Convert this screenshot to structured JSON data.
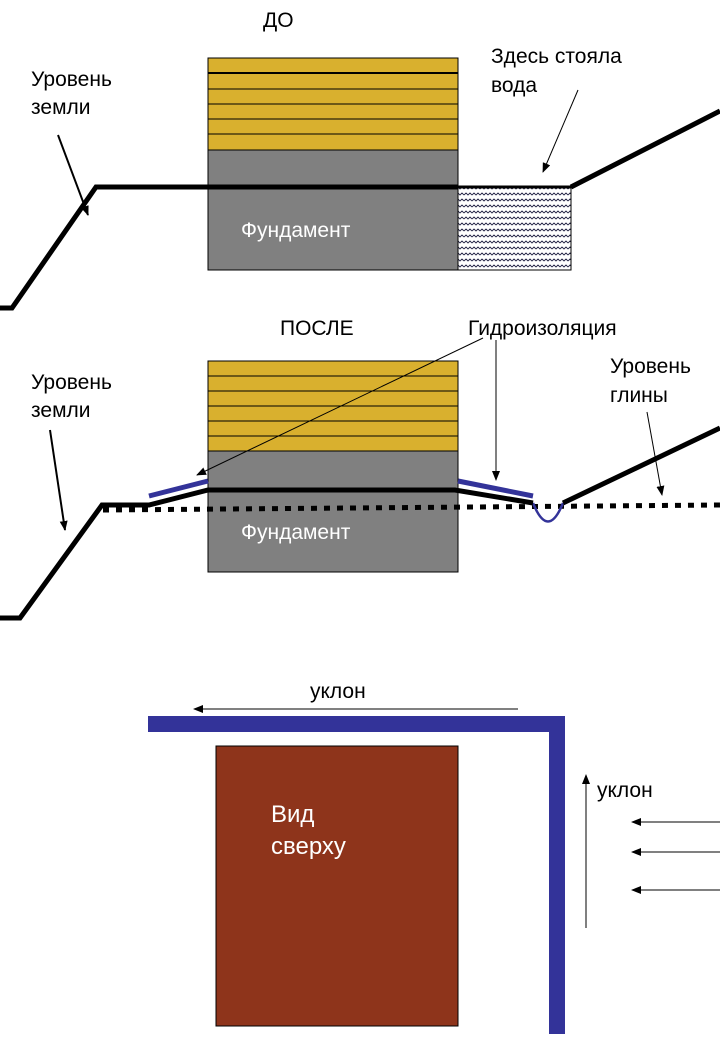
{
  "before": {
    "title": "ДО",
    "ground_label_line1": "Уровень",
    "ground_label_line2": "земли",
    "water_label_line1": "Здесь стояла",
    "water_label_line2": "вода",
    "foundation_label": "Фундамент"
  },
  "after": {
    "title": "ПОСЛЕ",
    "ground_label_line1": "Уровень",
    "ground_label_line2": "земли",
    "waterproofing_label": "Гидроизоляция",
    "clay_label_line1": "Уровень",
    "clay_label_line2": "глины",
    "foundation_label": "Фундамент"
  },
  "top_view": {
    "slope_label_top": "уклон",
    "slope_label_right": "уклон",
    "house_label_line1": "Вид",
    "house_label_line2": "сверху"
  },
  "colors": {
    "walls": "#d9b02e",
    "foundation": "#808080",
    "waterproofing": "#333399",
    "house_top": "#8e341b",
    "ground": "#000000"
  }
}
